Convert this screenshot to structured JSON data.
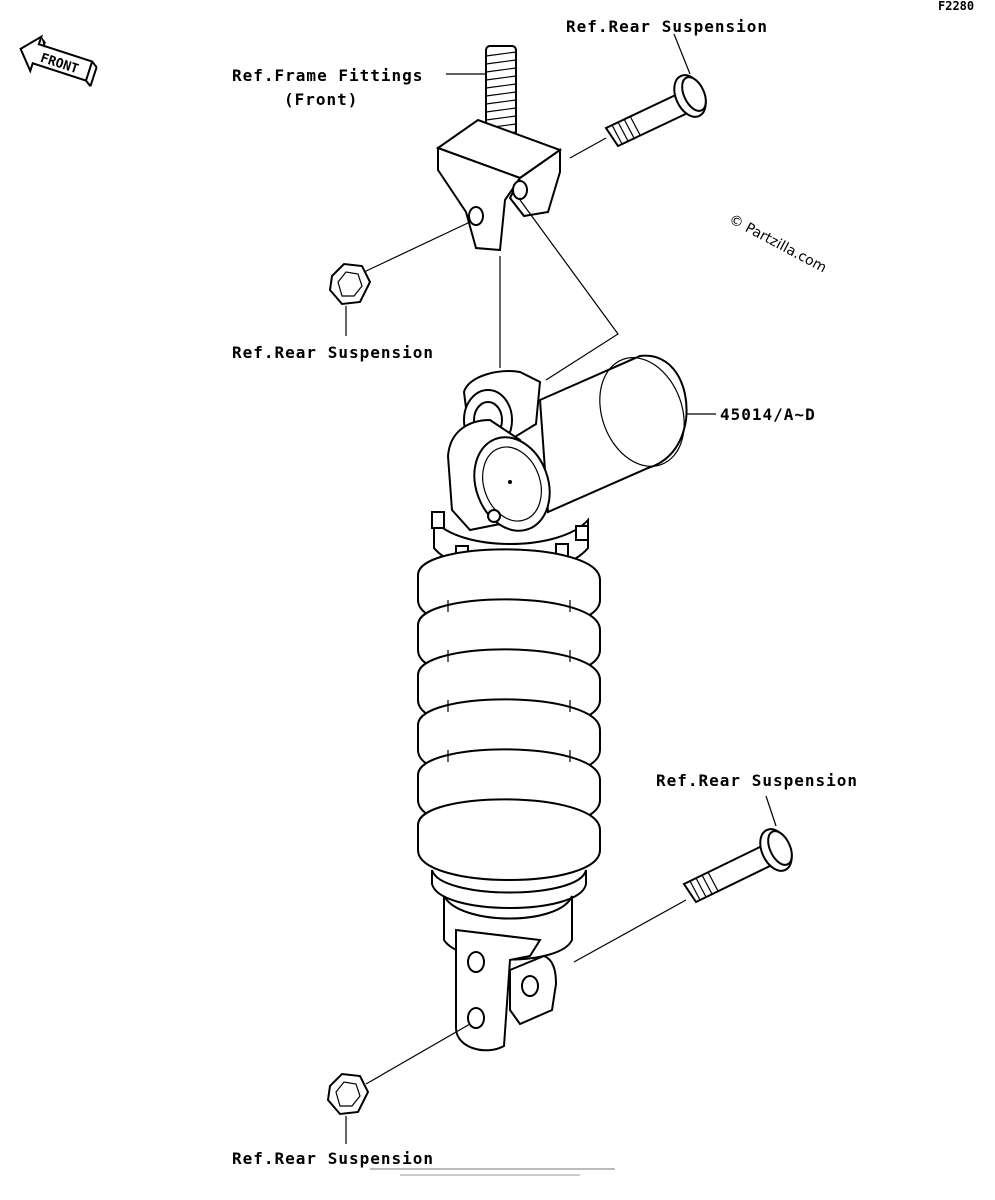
{
  "diagram_code": "F2280",
  "watermark": "© Partzilla.com",
  "front_label": "FRONT",
  "labels": {
    "frame_fittings_line1": "Ref.Frame Fittings",
    "frame_fittings_line2": "(Front)",
    "rear_suspension_top_bolt": "Ref.Rear Suspension",
    "rear_suspension_top_nut": "Ref.Rear Suspension",
    "part_number": "45014/A~D",
    "rear_suspension_bottom_bolt": "Ref.Rear Suspension",
    "rear_suspension_bottom_nut": "Ref.Rear Suspension"
  },
  "icons": [
    "front-arrow-icon"
  ]
}
